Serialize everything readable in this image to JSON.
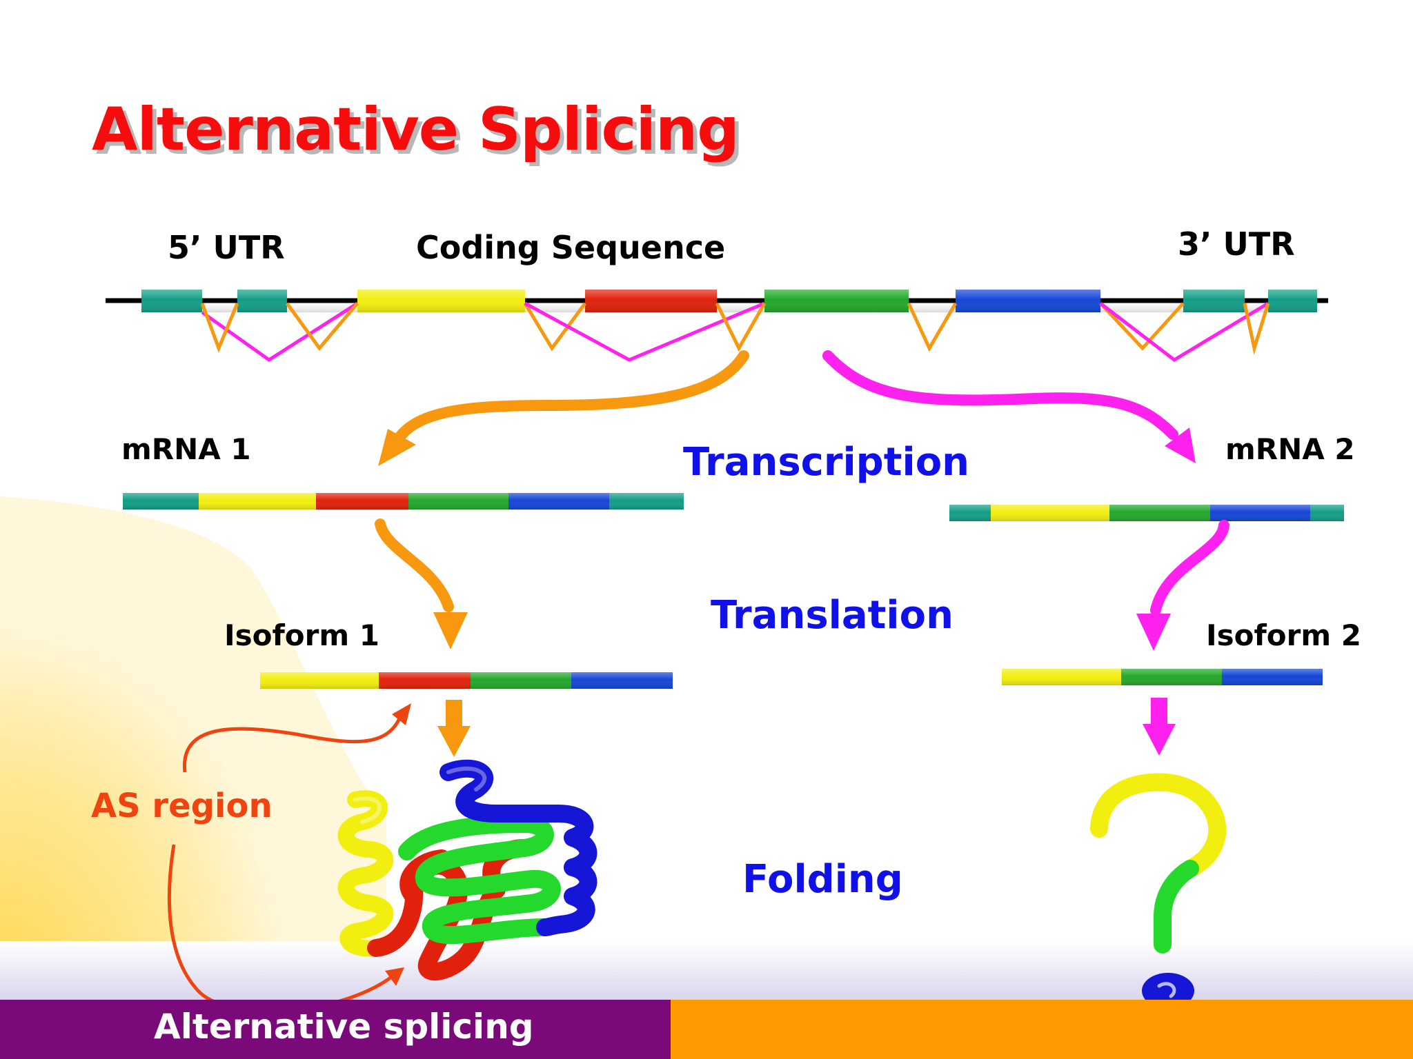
{
  "title": "Alternative Splicing",
  "labels": {
    "utr5": "5’ UTR",
    "coding": "Coding Sequence",
    "utr3": "3’ UTR",
    "mrna1": "mRNA 1",
    "mrna2": "mRNA 2",
    "isoform1": "Isoform 1",
    "isoform2": "Isoform 2",
    "as_region": "AS region"
  },
  "steps": {
    "transcription": "Transcription",
    "translation": "Translation",
    "folding": "Folding"
  },
  "footer": {
    "text": "Alternative splicing"
  },
  "colors": {
    "title": "#f50d0d",
    "teal": "#139e86",
    "yellow": "#f2ee10",
    "red": "#e0220c",
    "green": "#24a82c",
    "blue": "#1646d6",
    "pink": "#ff22ee",
    "orange": "#f7980f",
    "step_text": "#1010e8",
    "as_region": "#f04410",
    "footer_left": "#7a0a7a",
    "footer_right": "#ff9a00"
  }
}
